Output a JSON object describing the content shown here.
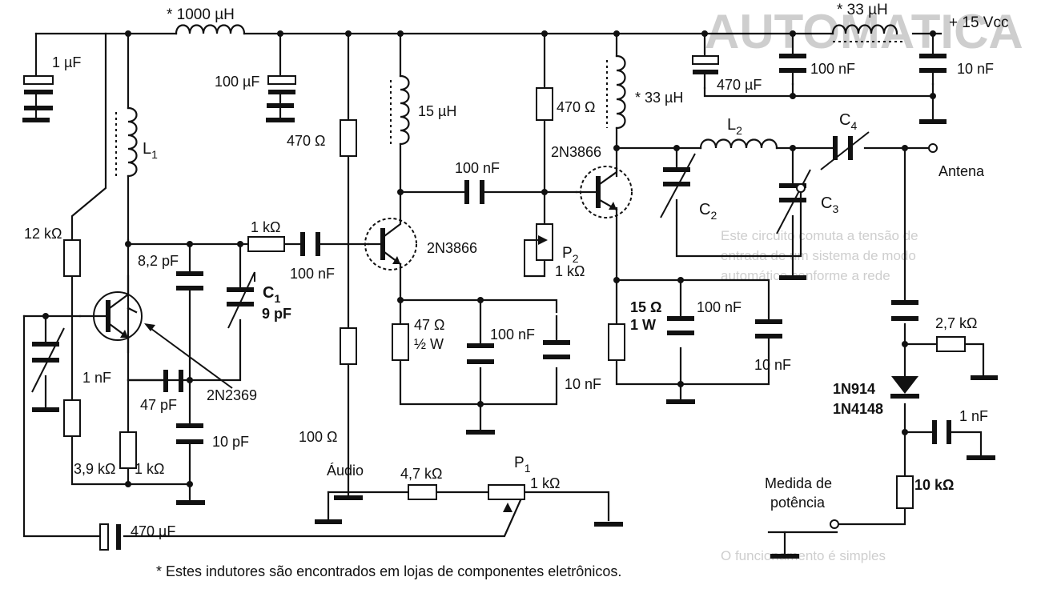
{
  "labels": {
    "l_1000uH": "* 1000 µH",
    "l_33uH_top": "* 33 µH",
    "l_vcc": "+ 15 Vcc",
    "c_1uF": "1 µF",
    "c_100uF": "100 µF",
    "c_470uF_top": "470 µF",
    "c_100nF_top": "100 nF",
    "c_10nF_top": "10 nF",
    "l_15uH": "15 µH",
    "r_470_a": "470 Ω",
    "r_470_b": "470 Ω",
    "l_33uH_mid": "* 33 µH",
    "l1": "L",
    "l1_sub": "1",
    "l2": "L",
    "l2_sub": "2",
    "c4": "C",
    "c4_sub": "4",
    "q_2n3866_top": "2N3866",
    "antena": "Antena",
    "c_100nF_mid": "100 nF",
    "c2": "C",
    "c2_sub": "2",
    "c3": "C",
    "c3_sub": "3",
    "r_12k": "12 kΩ",
    "r_1k_a": "1 kΩ",
    "c_8p2": "8,2 pF",
    "c_100nF_b": "100 nF",
    "q_2n3866_mid": "2N3866",
    "p2": "P",
    "p2_sub": "2",
    "p2_val": "1 kΩ",
    "c1": "C",
    "c1_sub": "1",
    "c1_val": "9 pF",
    "r_15": "15 Ω",
    "r_15_w": "1 W",
    "c_100nF_c": "100 nF",
    "r_2k7": "2,7 kΩ",
    "c_10nF_c": "10 nF",
    "r_47": "47 Ω",
    "r_47_w": "½ W",
    "c_100nF_d": "100 nF",
    "c_10nF_d": "10 nF",
    "c_1nF_a": "1 nF",
    "c_47pF": "47 pF",
    "q_2n2369": "2N2369",
    "r_100": "100 Ω",
    "c_10pF": "10 pF",
    "d_1n914": "1N914",
    "d_1n4148": "1N4148",
    "c_1nF_b": "1 nF",
    "r_3k9": "3,9 kΩ",
    "r_1k_b": "1 kΩ",
    "audio": "Áudio",
    "r_4k7": "4,7 kΩ",
    "p1": "P",
    "p1_sub": "1",
    "p1_val": "1 kΩ",
    "medida1": "Medida de",
    "medida2": "potência",
    "r_10k": "10 kΩ",
    "c_470uF_bot": "470 µF",
    "footnote": "* Estes indutores são encontrados em lojas de componentes eletrônicos."
  }
}
